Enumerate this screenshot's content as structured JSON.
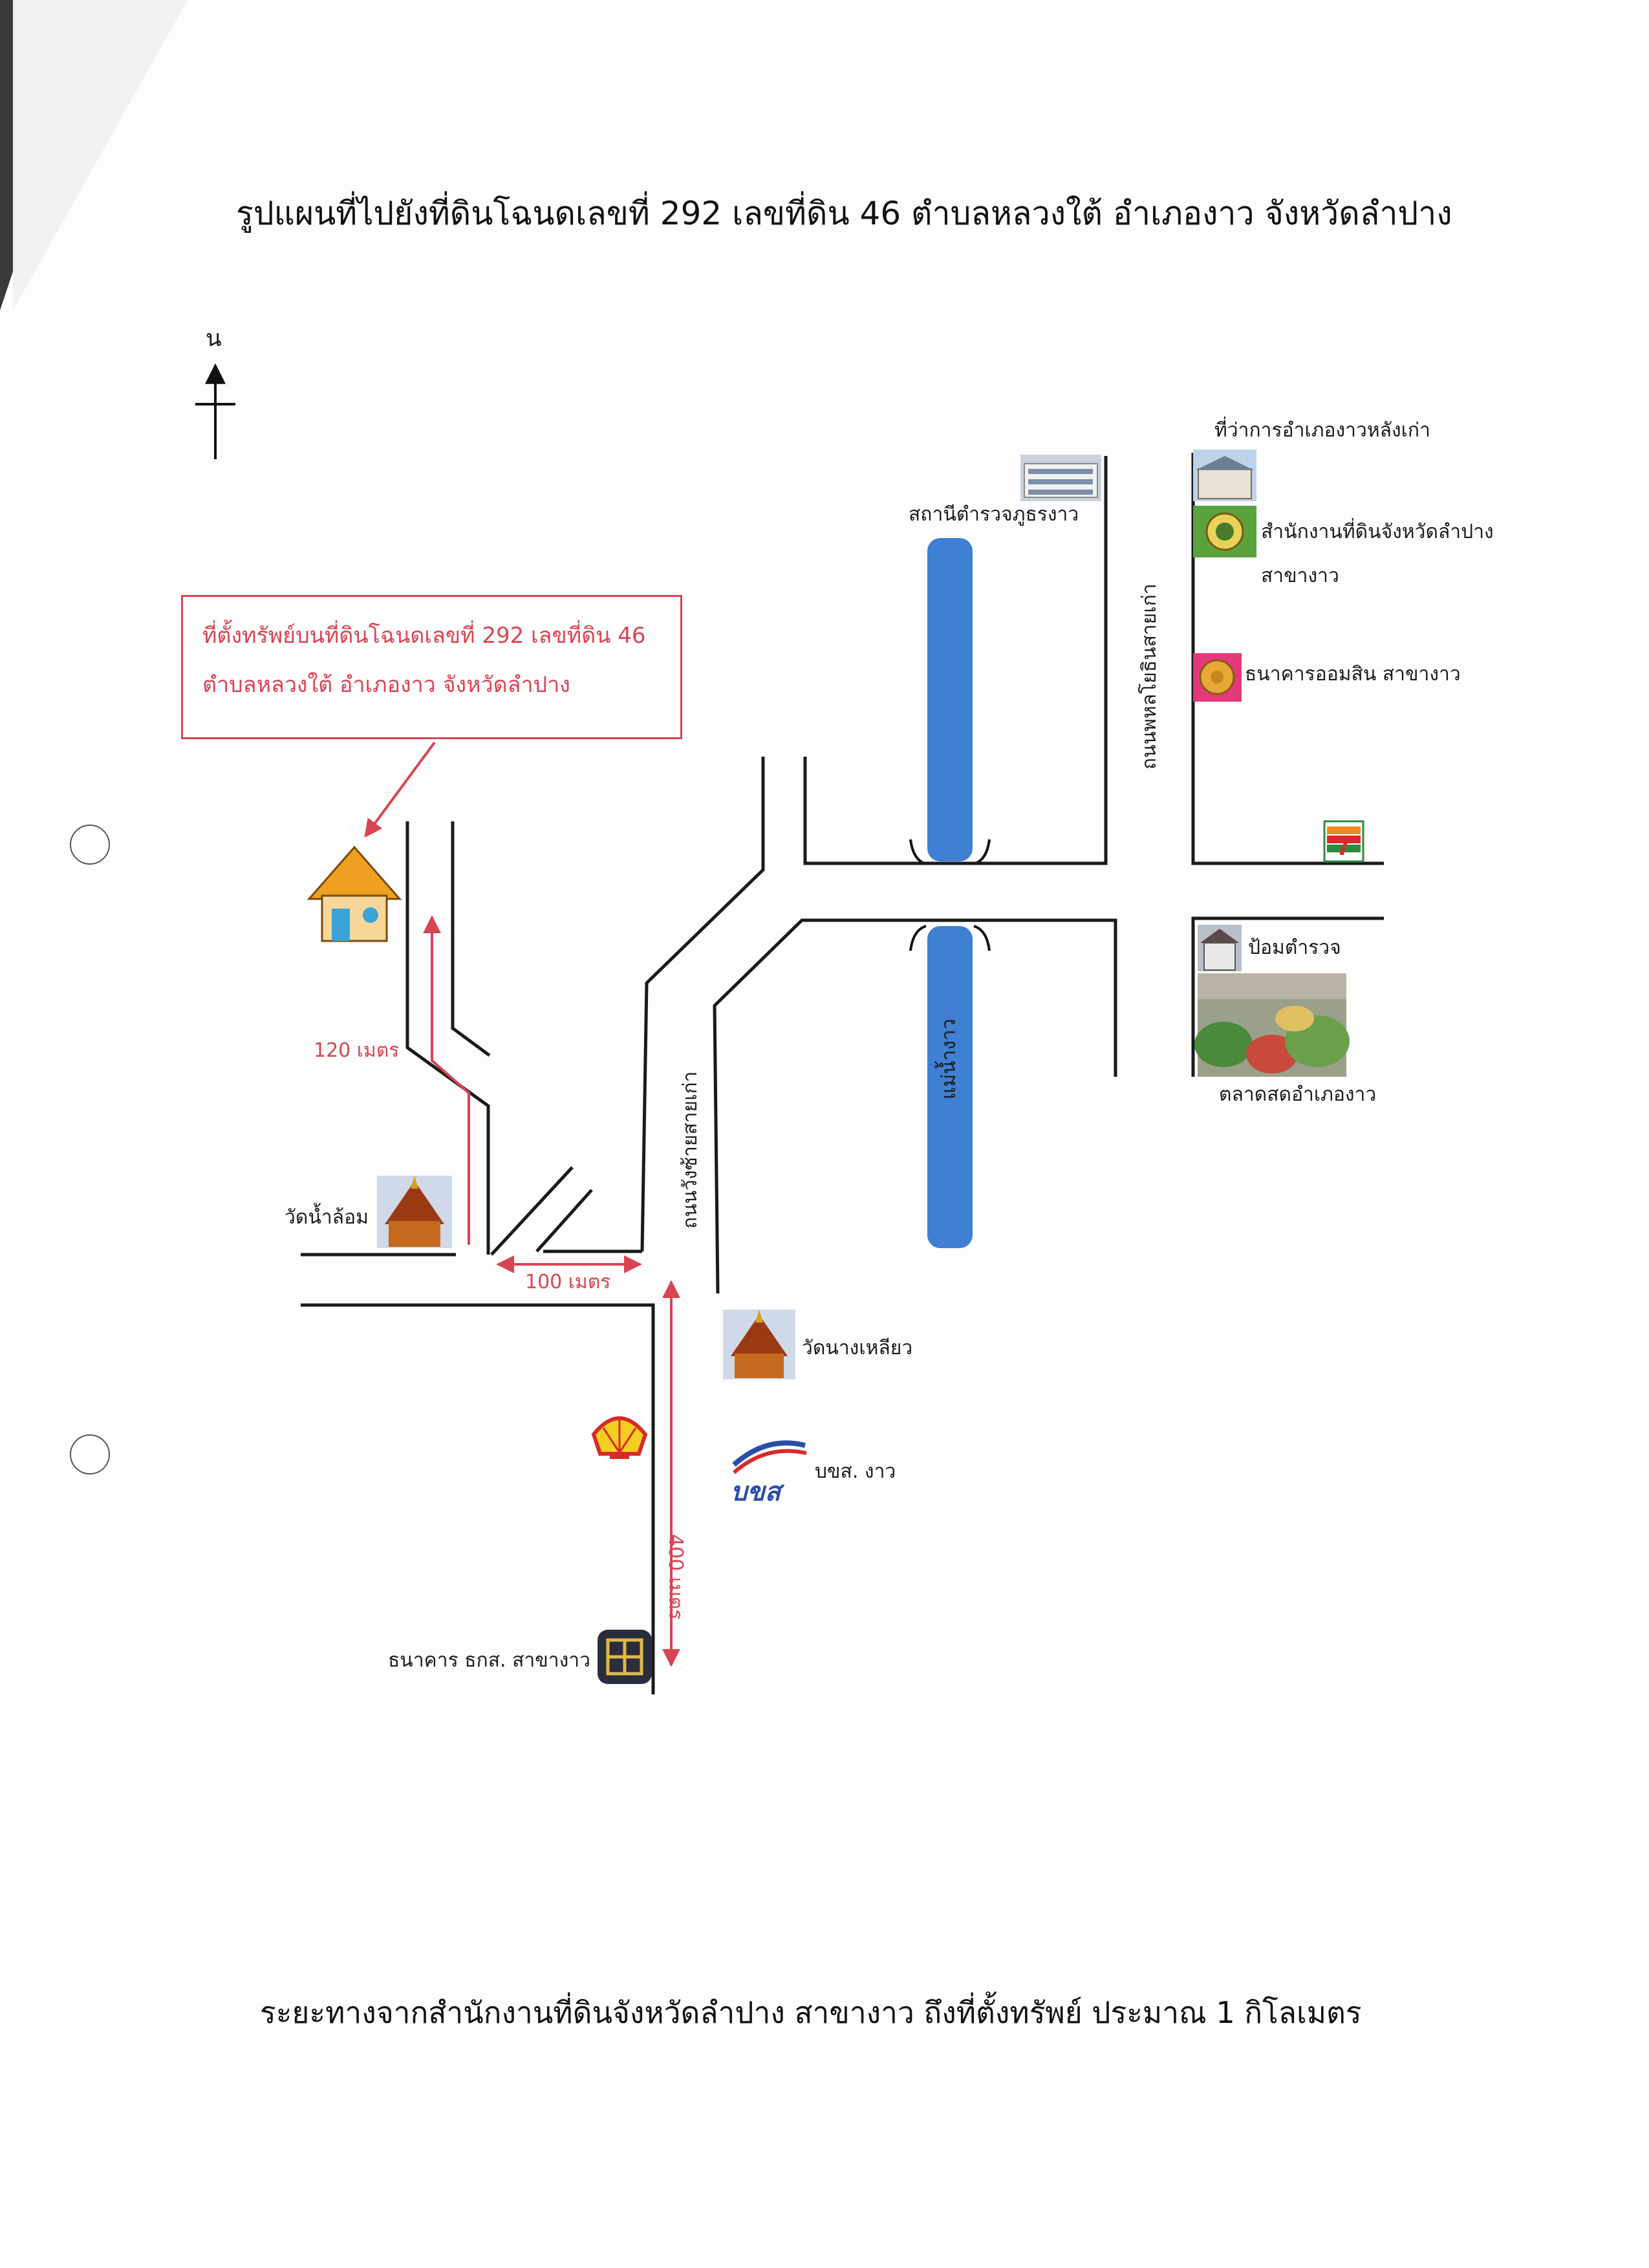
{
  "title": "รูปแผนที่ไปยังที่ดินโฉนดเลขที่ 292 เลขที่ดิน 46 ตำบลหลวงใต้ อำเภองาว จังหวัดลำปาง",
  "north_label": "น",
  "callout": {
    "line1": "ที่ตั้งทรัพย์บนที่ดินโฉนดเลขที่ 292 เลขที่ดิน 46",
    "line2": "ตำบลหลวงใต้ อำเภองาว จังหวัดลำปาง"
  },
  "places": {
    "police_station": "สถานีตำรวจภูธรงาว",
    "old_district_office": "ที่ว่าการอำเภองาวหลังเก่า",
    "land_office_line1": "สำนักงานที่ดินจังหวัดลำปาง",
    "land_office_line2": "สาขางาว",
    "gsb_bank": "ธนาคารออมสิน สาขางาว",
    "police_box": "ป้อมตำรวจ",
    "fresh_market": "ตลาดสดอำเภองาว",
    "wat_nam_lom": "วัดน้ำล้อม",
    "wat_nang_liao": "วัดนางเหลียว",
    "bus_terminal": "บขส. งาว",
    "bus_logo_text": "บขส",
    "baac_bank": "ธนาคาร ธกส. สาขางาว"
  },
  "roads": {
    "phahon_yothin_old": "ถนนพหลโยธินสายเก่า",
    "wang_sai_old": "ถนนวังซ้ายสายเก่า",
    "river_ngao": "แม่น้ำงาว"
  },
  "distances": {
    "d120": "120 เมตร",
    "d100": "100 เมตร",
    "d400": "400 เมตร"
  },
  "footer": "ระยะทางจากสำนักงานที่ดินจังหวัดลำปาง สาขางาว ถึงที่ตั้งทรัพย์ ประมาณ 1 กิโลเมตร",
  "colors": {
    "road": "#1a1a1a",
    "river": "#3f7fd4",
    "route": "#d94452",
    "callout": "#d94452"
  },
  "icons": {
    "house": "house-icon",
    "temple": "temple-icon",
    "shell": "shell-logo-icon",
    "seven_eleven": "seven-eleven-icon",
    "baac": "baac-logo-icon",
    "gsb": "gsb-logo-icon",
    "land_office": "land-office-logo-icon"
  }
}
